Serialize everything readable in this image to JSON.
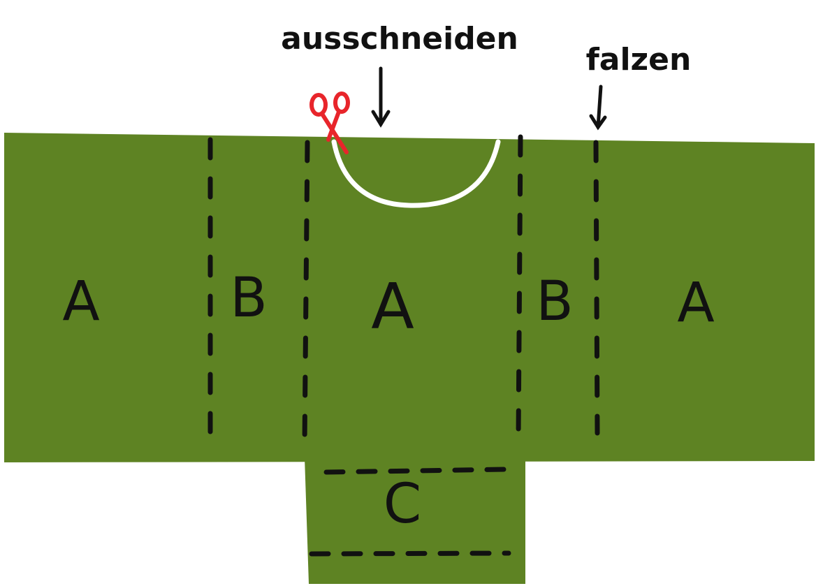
{
  "colors": {
    "fabric": "#5e8323",
    "fold_line": "#111111",
    "cut_line": "#ffffff",
    "scissors": "#e8252b",
    "background": "#ffffff"
  },
  "annotations": {
    "cut": "ausschneiden",
    "fold": "falzen"
  },
  "panels": {
    "left": "A",
    "left_flap": "B",
    "center": "A",
    "right_flap": "B",
    "right": "A",
    "bottom": "C"
  },
  "icons": {
    "cut_marker": "scissors-icon",
    "cut_arrow": "arrow-down-icon",
    "fold_arrow": "arrow-down-icon"
  }
}
